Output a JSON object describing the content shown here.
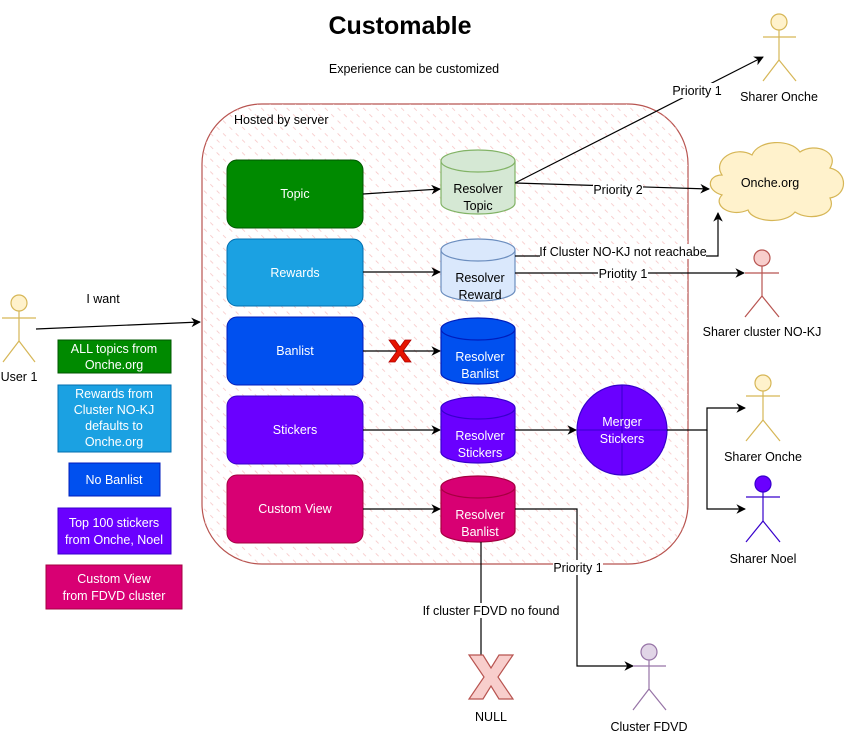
{
  "title": "Customable",
  "subtitle": "Experience can be customized",
  "server_container": {
    "label": "Hosted by server"
  },
  "user": {
    "label": "User 1",
    "arrow_label": "I want"
  },
  "wishes": [
    {
      "lines": [
        "ALL topics from",
        "Onche.org"
      ],
      "color": "#008a00"
    },
    {
      "lines": [
        "Rewards from",
        "Cluster NO-KJ",
        "defaults to",
        "Onche.org"
      ],
      "color": "#1ba1e2"
    },
    {
      "lines": [
        "No Banlist"
      ],
      "color": "#0050ef"
    },
    {
      "lines": [
        "Top 100 stickers",
        "from Onche, Noel"
      ],
      "color": "#6a00ff"
    },
    {
      "lines": [
        "Custom View",
        "from FDVD cluster"
      ],
      "color": "#d80073"
    }
  ],
  "features": [
    {
      "label": "Topic",
      "color": "#008a00"
    },
    {
      "label": "Rewards",
      "color": "#1ba1e2"
    },
    {
      "label": "Banlist",
      "color": "#0050ef"
    },
    {
      "label": "Stickers",
      "color": "#6a00ff"
    },
    {
      "label": "Custom View",
      "color": "#d80073"
    }
  ],
  "resolvers": [
    {
      "lines": [
        "Resolver",
        "Topic"
      ],
      "fill": "#d5e8d4",
      "stroke": "#82b366",
      "text_color": "#000000"
    },
    {
      "lines": [
        "Resolver",
        "Reward"
      ],
      "fill": "#dae8fc",
      "stroke": "#6c8ebf",
      "text_color": "#000000"
    },
    {
      "lines": [
        "Resolver",
        "Banlist"
      ],
      "fill": "#0050ef",
      "stroke": "#001dbc",
      "text_color": "#ffffff"
    },
    {
      "lines": [
        "Resolver",
        "Stickers"
      ],
      "fill": "#6a00ff",
      "stroke": "#3700cc",
      "text_color": "#ffffff"
    },
    {
      "lines": [
        "Resolver",
        "Banlist"
      ],
      "fill": "#d80073",
      "stroke": "#a50040",
      "text_color": "#ffffff"
    }
  ],
  "merger": {
    "lines": [
      "Merger",
      "Stickers"
    ],
    "color": "#6a00ff"
  },
  "cloud": {
    "label": "Onche.org"
  },
  "actors": {
    "sharer_onche_top": {
      "label": "Sharer Onche"
    },
    "sharer_nokj": {
      "label": "Sharer cluster NO-KJ"
    },
    "sharer_onche_mid": {
      "label": "Sharer Onche"
    },
    "sharer_noel": {
      "label": "Sharer Noel"
    },
    "cluster_fdvd": {
      "label": "Cluster FDVD"
    }
  },
  "edge_labels": {
    "topic_priority1": "Priority 1",
    "topic_priority2": "Priority 2",
    "reward_fallback": "If Cluster NO-KJ not reachabe",
    "reward_priority1": "Priotity 1",
    "custom_priority1": "Priority 1",
    "custom_fallback": "If cluster FDVD no found"
  },
  "null_node": {
    "label": "NULL"
  }
}
